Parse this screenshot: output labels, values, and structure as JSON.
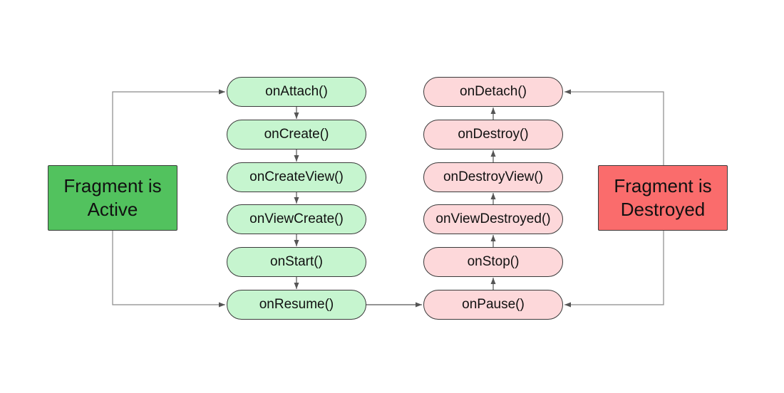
{
  "states": {
    "active": {
      "label": "Fragment is\nActive",
      "color": "#52c25e"
    },
    "destroyed": {
      "label": "Fragment is\nDestroyed",
      "color": "#fa6c6c"
    }
  },
  "create_steps": [
    {
      "label": "onAttach()"
    },
    {
      "label": "onCreate()"
    },
    {
      "label": "onCreateView()"
    },
    {
      "label": "onViewCreate()"
    },
    {
      "label": "onStart()"
    },
    {
      "label": "onResume()"
    }
  ],
  "destroy_steps": [
    {
      "label": "onDetach()"
    },
    {
      "label": "onDestroy()"
    },
    {
      "label": "onDestroyView()"
    },
    {
      "label": "onViewDestroyed()"
    },
    {
      "label": "onStop()"
    },
    {
      "label": "onPause()"
    }
  ],
  "colors": {
    "create_fill": "#c6f5cf",
    "destroy_fill": "#fdd8da",
    "border": "#3a3a3a",
    "connector": "#6b6b6b"
  }
}
